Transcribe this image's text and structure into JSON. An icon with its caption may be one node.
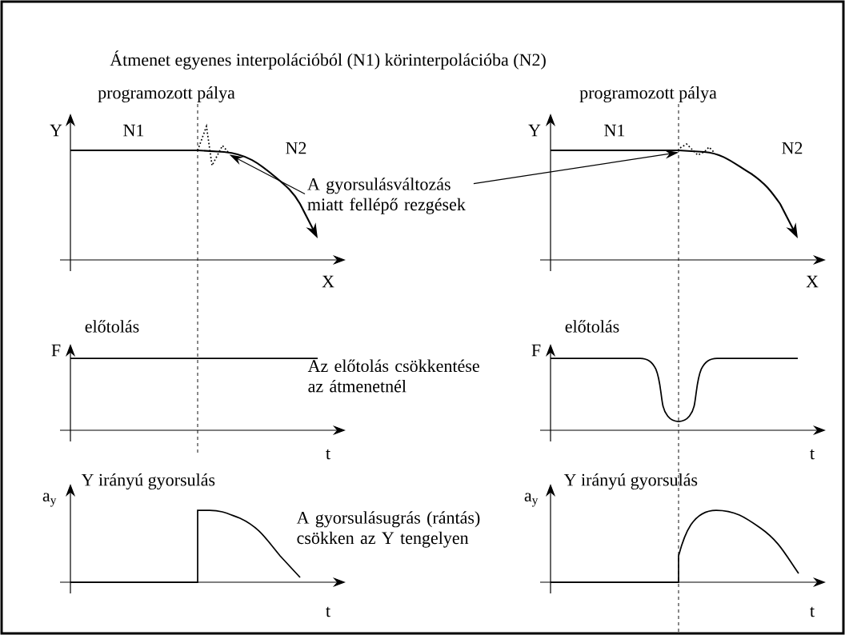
{
  "diagram": {
    "title": "Átmenet egyenes interpolációból (N1) körinterpolációba (N2)",
    "nodes": [
      {
        "text": [
          "A gyorsulásváltozás miatt fellépő rezgések"
        ]
      },
      {
        "text": [],
        "shape": "zigzag"
      },
      {
        "text": [],
        "shape": "zigzag"
      }
    ],
    "edges": [
      {
        "from": 0,
        "to": 1,
        "arrow": "to"
      },
      {
        "from": 0,
        "to": 2,
        "arrow": "to"
      }
    ],
    "labels": [
      "programozott pálya",
      "programozott pálya",
      "Y",
      "N1",
      "N2",
      "Y",
      "N1",
      "N2",
      "X",
      "X",
      "előtolás",
      "előtolás",
      "F",
      "F",
      "Az előtolás csökkentése az átmenetnél",
      "t",
      "t",
      "Y irányú gyorsulás",
      "Y irányú gyorsulás",
      "a$_{y}$",
      "a$_{y}$",
      "A gyorsulásugrás (rántás) csökken az Y tengelyen",
      "t",
      "t"
    ]
  }
}
